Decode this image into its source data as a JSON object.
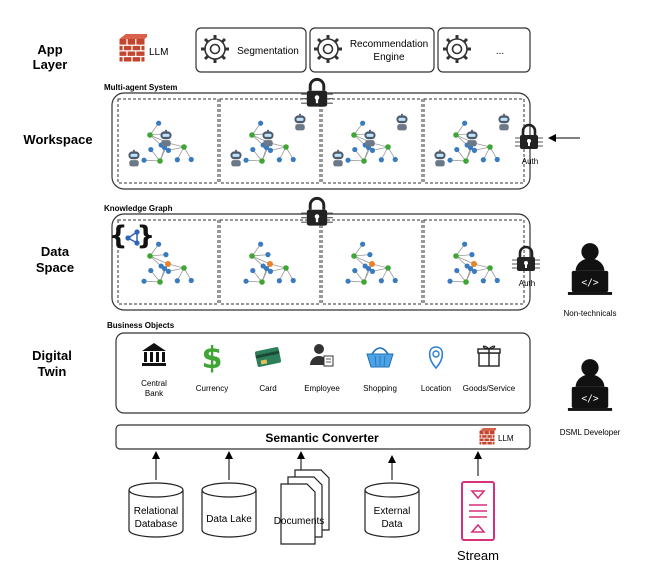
{
  "layers": {
    "app": "App\nLayer",
    "workspace": "Workspace",
    "data_space": "Data\nSpace",
    "digital_twin": "Digital\nTwin"
  },
  "app_layer": {
    "llm": "LLM",
    "modules": [
      "Segmentation",
      "Recommendation\nEngine",
      "..."
    ]
  },
  "workspace": {
    "title": "Multi-agent System",
    "auth": "Auth",
    "panel_count": 4
  },
  "data_space": {
    "title": "Knowledge Graph",
    "auth": "Auth",
    "panel_count": 4
  },
  "digital_twin": {
    "title": "Business Objects",
    "items": [
      {
        "label": "Central\nBank",
        "icon": "bank-icon"
      },
      {
        "label": "Currency",
        "icon": "dollar-icon"
      },
      {
        "label": "Card",
        "icon": "card-icon"
      },
      {
        "label": "Employee",
        "icon": "employee-icon"
      },
      {
        "label": "Shopping",
        "icon": "basket-icon"
      },
      {
        "label": "Location",
        "icon": "location-pin-icon"
      },
      {
        "label": "Goods/Service",
        "icon": "gift-icon"
      }
    ]
  },
  "semantic_converter": {
    "label": "Semantic Converter",
    "llm": "LLM"
  },
  "sources": [
    {
      "label": "Relational\nDatabase",
      "type": "database"
    },
    {
      "label": "Data Lake",
      "type": "database"
    },
    {
      "label": "Documents",
      "type": "documents"
    },
    {
      "label": "External\nData",
      "type": "database"
    },
    {
      "label": "Stream",
      "type": "stream"
    }
  ],
  "users": [
    {
      "label": "Non-technicals"
    },
    {
      "label": "DSML Developer"
    }
  ],
  "colors": {
    "node_blue": "#3a7bbf",
    "node_green": "#3fa535",
    "node_orange": "#e8832a",
    "stream_pink": "#d6317b",
    "llm_red": "#c2462f"
  }
}
